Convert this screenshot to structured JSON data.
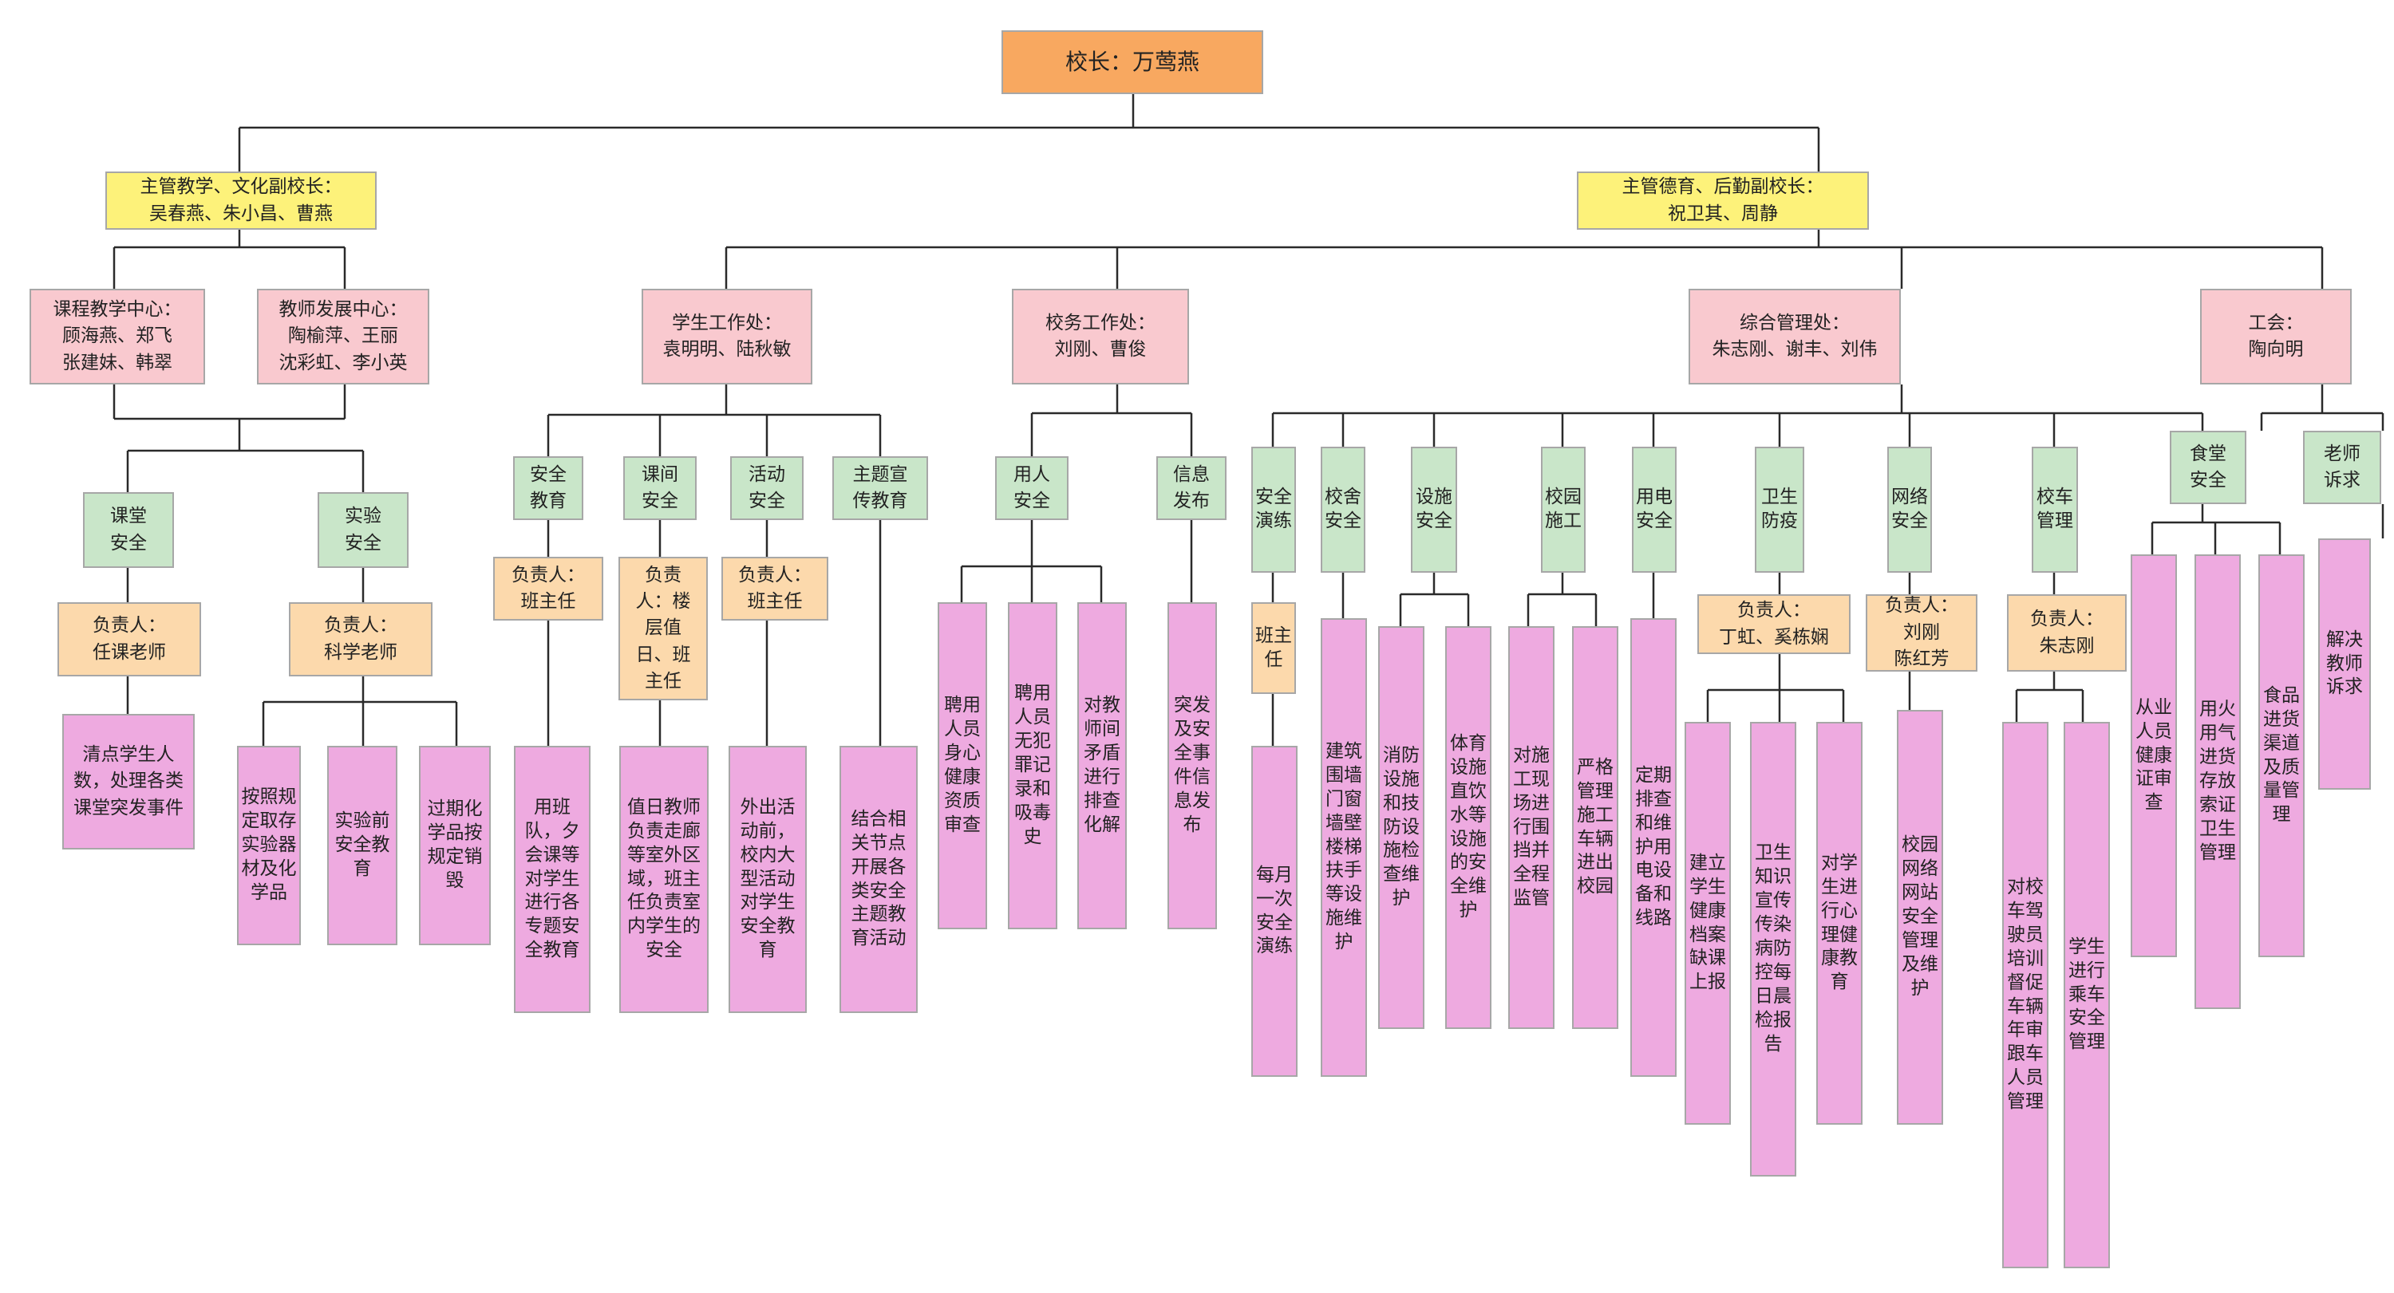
{
  "nodes": {
    "principal": "校长：万莺燕",
    "vp_teach": "主管教学、文化副校长：\n吴春燕、朱小昌、曹燕",
    "vp_moral": "主管德育、后勤副校长：\n祝卫其、周静",
    "ctc": "课程教学中心：\n顾海燕、郑飞\n张建妹、韩翠",
    "tdc": "教师发展中心：\n陶榆萍、王丽\n沈彩虹、李小英",
    "class_safety": "课堂\n安全",
    "lab_safety": "实验\n安全",
    "resp_teacher": "负责人：\n任课老师",
    "resp_science": "负责人：\n科学老师",
    "class_task": "清点学生人数，处理各类课堂突发事件",
    "lab_t1": "按照规定取存实验器材及化学品",
    "lab_t2": "实验前安全教育",
    "lab_t3": "过期化学品按规定销毁",
    "student_office": "学生工作处：\n袁明明、陆秋敏",
    "school_affairs": "校务工作处：\n刘刚、曹俊",
    "general_mgmt": "综合管理处：\n朱志刚、谢丰、刘伟",
    "union": "工会：\n陶向明",
    "safety_edu": "安全\n教育",
    "break_safety": "课间\n安全",
    "activity_safety": "活动\n安全",
    "theme_edu": "主题宣\n传教育",
    "resp_head1": "负责人：\n班主任",
    "resp_floor": "负责人：楼层值日、班主任",
    "resp_head2": "负责人：\n班主任",
    "safety_task": "用班队，夕会课等对学生进行各专题安全教育",
    "break_task": "值日教师负责走廊等室外区域，班主任负责室内学生的安全",
    "activity_task": "外出活动前，校内大型活动对学生安全教育",
    "theme_task": "结合相关节点开展各类安全主题教育活动",
    "hiring_safety": "用人\n安全",
    "info_release": "信息\n发布",
    "hire_t1": "聘用人员身心健康资质审查",
    "hire_t2": "聘用人员无犯罪记录和吸毒史",
    "hire_t3": "对教师间矛盾进行排查化解",
    "info_task": "突发及安全事件信息发布",
    "drill": "安全演练",
    "building_safety": "校舍安全",
    "facility_safety": "设施安全",
    "construction": "校园施工",
    "electric": "用电安全",
    "hygiene": "卫生防疫",
    "network": "网络安全",
    "bus": "校车管理",
    "canteen": "食堂\n安全",
    "appeal": "老师\n诉求",
    "drill_resp": "班主任",
    "drill_task": "每月一次安全演练",
    "building_task": "建筑围墙门窗墙壁楼梯扶手等设施维护",
    "fac_t1": "消防设施和技防设施检查维护",
    "fac_t2": "体育设施直饮水等设施的安全维护",
    "con_t1": "对施工现场进行围挡并全程监管",
    "con_t2": "严格管理施工车辆进出校园",
    "elec_task": "定期排查和维护用电设备和线路",
    "hyg_resp": "负责人：\n丁虹、奚栋娴",
    "hyg_t1": "建立学生健康档案缺课上报",
    "hyg_t2": "卫生知识宣传传染病防控每日晨检报告",
    "hyg_t3": "对学生进行心理健康教育",
    "net_resp": "负责人：\n刘刚\n陈红芳",
    "net_task": "校园网络网站安全管理及维护",
    "bus_resp": "负责人：\n朱志刚",
    "bus_t1": "对校车驾驶员培训督促车辆年审跟车人员管理",
    "bus_t2": "学生进行乘车安全管理",
    "can_t1": "从业人员健康证审查",
    "can_t2": "用火用气进货存放索证卫生管理",
    "can_t3": "食品进货渠道及质量管理",
    "appeal_task": "解决教师诉求"
  },
  "colors": {
    "principal": "#f8a860",
    "vice_principal": "#fdf27a",
    "department": "#f9c9cf",
    "safety_area": "#c9e6c9",
    "responsible": "#fcd9ac",
    "task": "#eeaae0",
    "line": "#2a2a2a"
  }
}
